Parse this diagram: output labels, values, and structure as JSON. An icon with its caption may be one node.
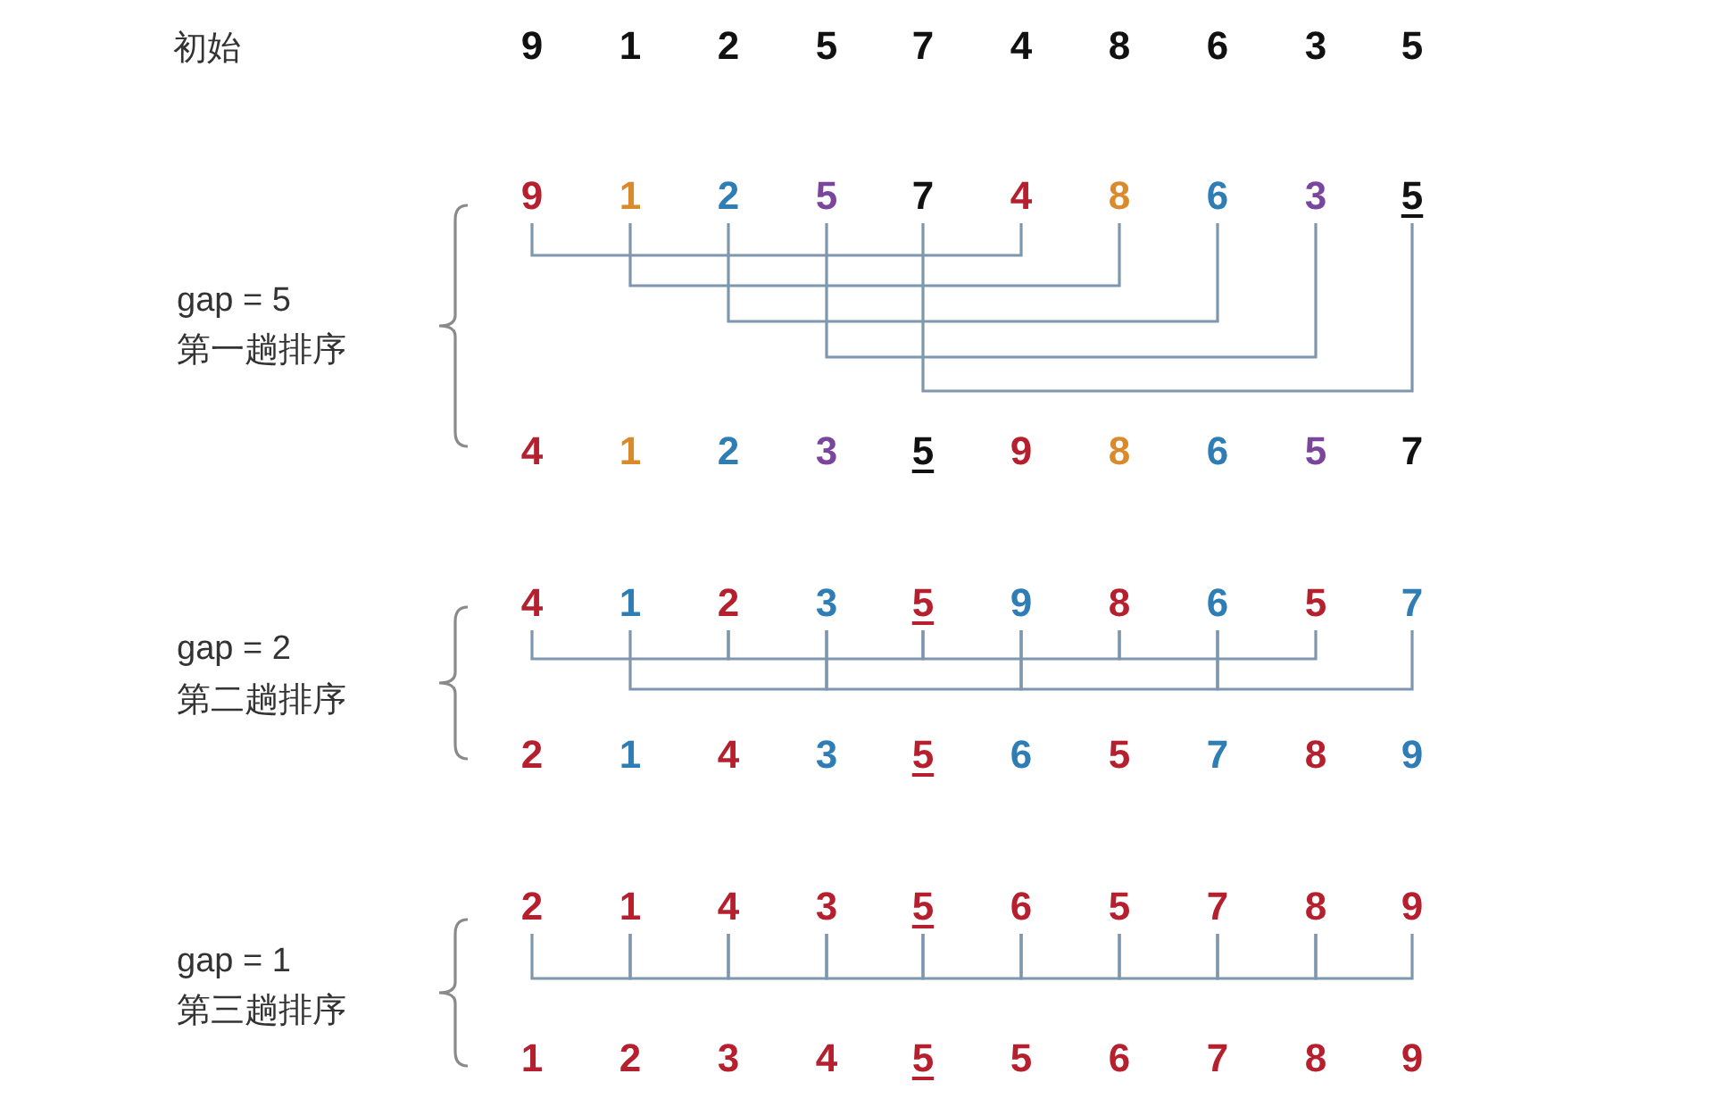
{
  "diagram": {
    "nodes": [
      {
        "text": [
          "9"
        ]
      },
      {
        "text": [
          "1"
        ]
      },
      {
        "text": [
          "2"
        ]
      },
      {
        "text": [
          "5"
        ]
      },
      {
        "text": [
          "7"
        ]
      },
      {
        "text": [
          "4"
        ]
      },
      {
        "text": [
          "8"
        ]
      },
      {
        "text": [
          "6"
        ]
      },
      {
        "text": [
          "3"
        ]
      },
      {
        "text": [
          "5"
        ]
      },
      {
        "text": [
          "9"
        ]
      },
      {
        "text": [
          "1"
        ]
      },
      {
        "text": [
          "2"
        ]
      },
      {
        "text": [
          "5"
        ]
      },
      {
        "text": [
          "7"
        ]
      },
      {
        "text": [
          "4"
        ]
      },
      {
        "text": [
          "8"
        ]
      },
      {
        "text": [
          "6"
        ]
      },
      {
        "text": [
          "3"
        ]
      },
      {
        "text": [
          "5"
        ]
      },
      {
        "text": [
          "4"
        ]
      },
      {
        "text": [
          "1"
        ]
      },
      {
        "text": [
          "2"
        ]
      },
      {
        "text": [
          "3"
        ]
      },
      {
        "text": [
          "5"
        ]
      },
      {
        "text": [
          "9"
        ]
      },
      {
        "text": [
          "8"
        ]
      },
      {
        "text": [
          "6"
        ]
      },
      {
        "text": [
          "5"
        ]
      },
      {
        "text": [
          "7"
        ]
      },
      {
        "text": [
          "4"
        ]
      },
      {
        "text": [
          "1"
        ]
      },
      {
        "text": [
          "2"
        ]
      },
      {
        "text": [
          "3"
        ]
      },
      {
        "text": [
          "5"
        ]
      },
      {
        "text": [
          "9"
        ]
      },
      {
        "text": [
          "8"
        ]
      },
      {
        "text": [
          "6"
        ]
      },
      {
        "text": [
          "5"
        ]
      },
      {
        "text": [
          "7"
        ]
      },
      {
        "text": [
          "2"
        ]
      },
      {
        "text": [
          "1"
        ]
      },
      {
        "text": [
          "4"
        ]
      },
      {
        "text": [
          "3"
        ]
      },
      {
        "text": [
          "5"
        ]
      },
      {
        "text": [
          "6"
        ]
      },
      {
        "text": [
          "5"
        ]
      },
      {
        "text": [
          "7"
        ]
      },
      {
        "text": [
          "8"
        ]
      },
      {
        "text": [
          "9"
        ]
      },
      {
        "text": [
          "2"
        ]
      },
      {
        "text": [
          "1"
        ]
      },
      {
        "text": [
          "4"
        ]
      },
      {
        "text": [
          "3"
        ]
      },
      {
        "text": [
          "5"
        ]
      },
      {
        "text": [
          "6"
        ]
      },
      {
        "text": [
          "5"
        ]
      },
      {
        "text": [
          "7"
        ]
      },
      {
        "text": [
          "8"
        ]
      },
      {
        "text": [
          "9"
        ]
      },
      {
        "text": [
          "1"
        ]
      },
      {
        "text": [
          "2"
        ]
      },
      {
        "text": [
          "3"
        ]
      },
      {
        "text": [
          "4"
        ]
      },
      {
        "text": [
          "5"
        ]
      },
      {
        "text": [
          "5"
        ]
      },
      {
        "text": [
          "6"
        ]
      },
      {
        "text": [
          "7"
        ]
      },
      {
        "text": [
          "8"
        ]
      },
      {
        "text": [
          "9"
        ]
      }
    ],
    "edges": [
      {
        "from": 10,
        "to": 15,
        "arrow": "none"
      },
      {
        "from": 11,
        "to": 16,
        "arrow": "none"
      },
      {
        "from": 12,
        "to": 17,
        "arrow": "none"
      },
      {
        "from": 13,
        "to": 18,
        "arrow": "none"
      },
      {
        "from": 14,
        "to": 19,
        "arrow": "none"
      },
      {
        "from": 30,
        "to": 32,
        "arrow": "none"
      },
      {
        "from": 32,
        "to": 34,
        "arrow": "none"
      },
      {
        "from": 34,
        "to": 36,
        "arrow": "none"
      },
      {
        "from": 36,
        "to": 38,
        "arrow": "none"
      },
      {
        "from": 31,
        "to": 33,
        "arrow": "none"
      },
      {
        "from": 33,
        "to": 35,
        "arrow": "none"
      },
      {
        "from": 35,
        "to": 37,
        "arrow": "none"
      },
      {
        "from": 37,
        "to": 39,
        "arrow": "none"
      },
      {
        "from": 50,
        "to": 51,
        "arrow": "none"
      },
      {
        "from": 51,
        "to": 52,
        "arrow": "none"
      },
      {
        "from": 52,
        "to": 53,
        "arrow": "none"
      },
      {
        "from": 53,
        "to": 54,
        "arrow": "none"
      },
      {
        "from": 54,
        "to": 55,
        "arrow": "none"
      },
      {
        "from": 55,
        "to": 56,
        "arrow": "none"
      },
      {
        "from": 56,
        "to": 57,
        "arrow": "none"
      },
      {
        "from": 57,
        "to": 58,
        "arrow": "none"
      },
      {
        "from": 58,
        "to": 59,
        "arrow": "none"
      }
    ],
    "labels": [
      "初始",
      "gap = 5",
      "第一趟排序",
      "gap = 2",
      "第二趟排序",
      "gap = 1",
      "第三趟排序"
    ]
  }
}
